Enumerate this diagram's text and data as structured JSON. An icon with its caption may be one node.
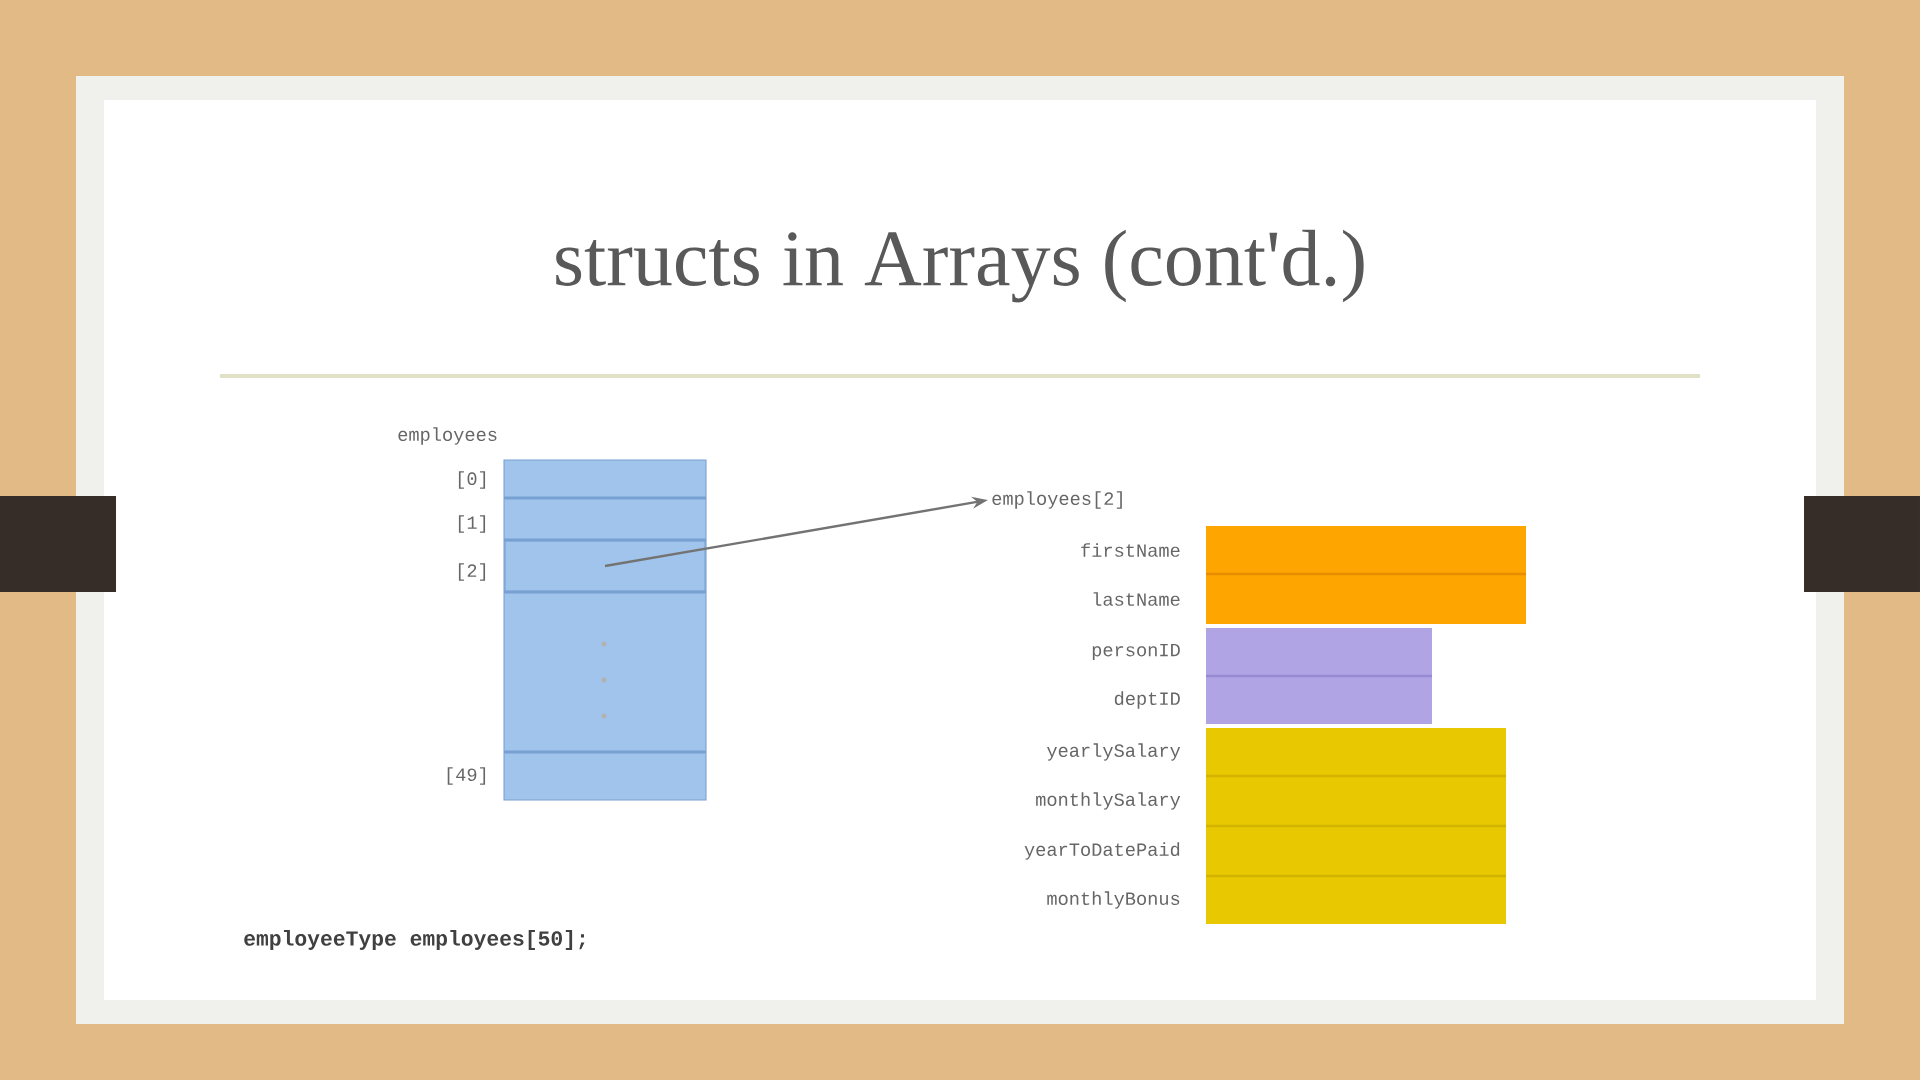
{
  "diagram": {
    "title": "structs in Arrays (cont'd.)",
    "nodes": [
      {
        "text": [],
        "shape": "box"
      },
      {
        "text": [
          "employees[2]"
        ]
      }
    ],
    "edges": [
      {
        "from": 0,
        "to": 1,
        "arrow": "to"
      }
    ],
    "labels": [
      "employees",
      "[0]",
      "[1]",
      "[2]",
      "[49]",
      "firstName",
      "lastName",
      "personID",
      "deptID",
      "yearlySalary",
      "monthlySalary",
      "yearToDatePaid",
      "monthlyBonus",
      "employeeType employees[50];"
    ]
  }
}
